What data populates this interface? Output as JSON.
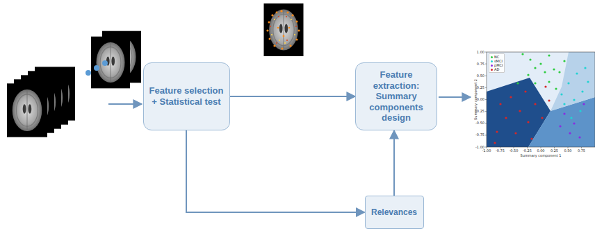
{
  "diagram": {
    "nodes": [
      {
        "text": [
          "Feature selection + Statistical test"
        ]
      },
      {
        "text": [
          "Feature extraction: Summary components design"
        ]
      },
      {
        "text": [
          "Relevances"
        ]
      }
    ],
    "edges": [
      {
        "from": 0,
        "to": 1,
        "arrow": "to"
      },
      {
        "from": 0,
        "to": 2,
        "arrow": "to"
      },
      {
        "from": 2,
        "to": 1,
        "arrow": "to"
      }
    ],
    "labels": [
      "1.00",
      "0.75",
      "0.50",
      "0.25",
      "0.00",
      "-0.25",
      "-0.50",
      "-0.75",
      "-1.00",
      "-1.00",
      "-0.75",
      "-0.50",
      "-0.25",
      "0.00",
      "0.25",
      "0.50",
      "0.75",
      "Summary component 1",
      "Summary component 2"
    ],
    "legend": [
      {
        "text": "NC",
        "color": "#2ecc40"
      },
      {
        "text": "sMCI",
        "color": "#22d3d3"
      },
      {
        "text": "pMCI",
        "color": "#8a2be2"
      },
      {
        "text": "AD",
        "color": "#d62728"
      }
    ]
  }
}
